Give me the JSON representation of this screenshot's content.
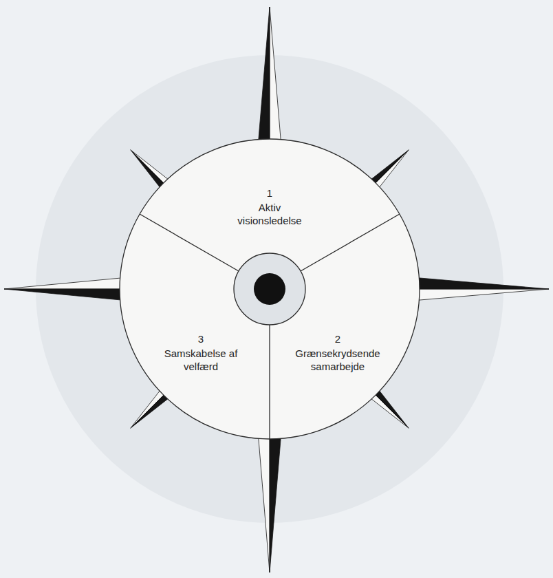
{
  "diagram": {
    "nodes": [
      {
        "text": [
          "1",
          "Aktiv visionsledelse"
        ]
      },
      {
        "text": [
          "2",
          "Grænsekrydsende samarbejde"
        ]
      },
      {
        "text": [
          "3",
          "Samskabelse af velfærd"
        ]
      }
    ]
  }
}
